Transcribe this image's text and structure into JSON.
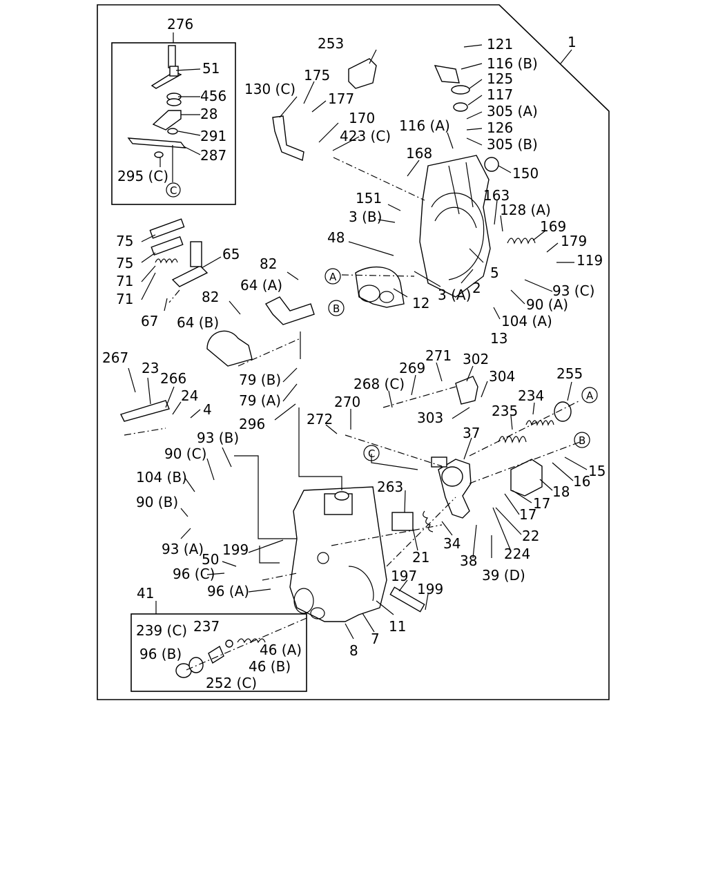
{
  "diagram_number": "1",
  "subassembly_276": {
    "title": "276",
    "parts": [
      "51",
      "456",
      "28",
      "291",
      "287",
      "295 (C)"
    ],
    "ref_marker": "C"
  },
  "subassembly_41": {
    "title": "41",
    "parts": [
      "239 (C)",
      "237",
      "96 (B)",
      "46 (A)",
      "46 (B)",
      "252 (C)"
    ]
  },
  "callouts": {
    "p253": "253",
    "p121": "121",
    "p116B": "116 (B)",
    "p125": "125",
    "p117": "117",
    "p305A": "305 (A)",
    "p126": "126",
    "p305B": "305 (B)",
    "p116A": "116 (A)",
    "p150": "150",
    "p168": "168",
    "p163": "163",
    "p128A": "128 (A)",
    "p169": "169",
    "p179": "179",
    "p119": "119",
    "p130C": "130 (C)",
    "p175": "175",
    "p177": "177",
    "p170": "170",
    "p423C": "423 (C)",
    "p151": "151",
    "p3B": "3 (B)",
    "p48": "48",
    "p2": "2",
    "p5": "5",
    "p3A": "3 (A)",
    "p12": "12",
    "p93C": "93 (C)",
    "p90A": "90 (A)",
    "p104A": "104 (A)",
    "p13": "13",
    "p75a": "75",
    "p75b": "75",
    "p71a": "71",
    "p71b": "71",
    "p65": "65",
    "p67": "67",
    "p82a": "82",
    "p82b": "82",
    "p64A": "64 (A)",
    "p64B": "64 (B)",
    "p267": "267",
    "p23": "23",
    "p266": "266",
    "p24": "24",
    "p4": "4",
    "p79B": "79 (B)",
    "p79A": "79 (A)",
    "p296": "296",
    "p93B": "93 (B)",
    "p90C": "90 (C)",
    "p104B": "104 (B)",
    "p90B": "90 (B)",
    "p93A": "93 (A)",
    "p199a": "199",
    "p50": "50",
    "p96C": "96 (C)",
    "p96A": "96 (A)",
    "p271": "271",
    "p302": "302",
    "p269": "269",
    "p268C": "268 (C)",
    "p304": "304",
    "p255": "255",
    "p270": "270",
    "p234": "234",
    "p303": "303",
    "p272": "272",
    "p235": "235",
    "p37": "37",
    "p15": "15",
    "p16": "16",
    "p263": "263",
    "p18": "18",
    "p17a": "17",
    "p17b": "17",
    "p22": "22",
    "p34": "34",
    "p224": "224",
    "p21": "21",
    "p38": "38",
    "p39D": "39 (D)",
    "p197": "197",
    "p199b": "199",
    "p11": "11",
    "p7": "7",
    "p8": "8"
  },
  "ref_markers": {
    "A1": "A",
    "A2": "A",
    "B1": "B",
    "B2": "B",
    "C1": "C"
  }
}
